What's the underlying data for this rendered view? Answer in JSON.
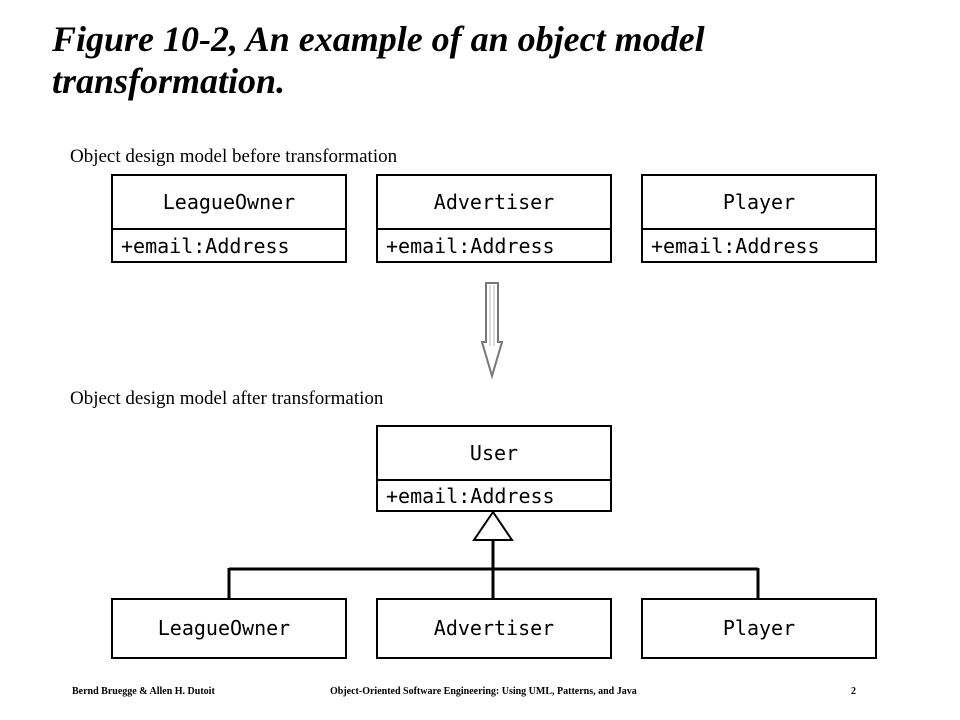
{
  "title": "Figure 10-2, An example of an object model transformation.",
  "before": {
    "caption": "Object design model before transformation",
    "classes": [
      {
        "name": "LeagueOwner",
        "attribute": "+email:Address"
      },
      {
        "name": "Advertiser",
        "attribute": "+email:Address"
      },
      {
        "name": "Player",
        "attribute": "+email:Address"
      }
    ]
  },
  "transform_arrow_icon": "down-arrow-icon",
  "after": {
    "caption": "Object design model after transformation",
    "superclass": {
      "name": "User",
      "attribute": "+email:Address"
    },
    "subclasses": [
      {
        "name": "LeagueOwner"
      },
      {
        "name": "Advertiser"
      },
      {
        "name": "Player"
      }
    ],
    "inheritance_icon": "generalization-triangle-icon"
  },
  "footer": {
    "authors": "Bernd Bruegge & Allen H. Dutoit",
    "book": "Object-Oriented Software Engineering: Using UML, Patterns, and Java",
    "page": "2"
  }
}
